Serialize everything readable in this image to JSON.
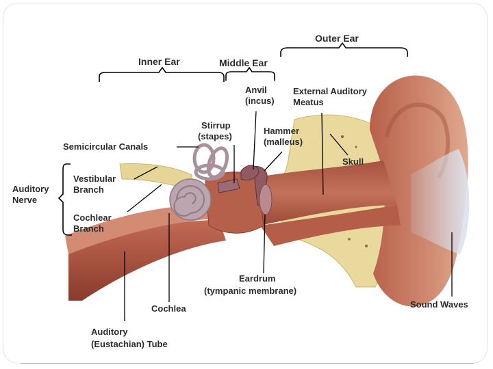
{
  "regions": {
    "outer_ear": "Outer Ear",
    "middle_ear": "Middle Ear",
    "inner_ear": "Inner Ear"
  },
  "labels": {
    "anvil": [
      "Anvil",
      "(incus)"
    ],
    "external_auditory_meatus": [
      "External Auditory",
      "Meatus"
    ],
    "stirrup": [
      "Stirrup",
      "(stapes)"
    ],
    "hammer": [
      "Hammer",
      "(malleus)"
    ],
    "semicircular_canals": [
      "Semicircular Canals"
    ],
    "skull": [
      "Skull"
    ],
    "auditory_nerve": [
      "Auditory",
      "Nerve"
    ],
    "vestibular_branch": [
      "Vestibular",
      "Branch"
    ],
    "cochlear_branch": [
      "Cochlear",
      "Branch"
    ],
    "eardrum": [
      "Eardrum",
      "(tympanic membrane)"
    ],
    "cochlea": [
      "Cochlea"
    ],
    "sound_waves": [
      "Sound Waves"
    ],
    "auditory_tube": [
      "Auditory",
      "(Eustachian) Tube"
    ]
  },
  "colors": {
    "ear_skin": "#c97a62",
    "ear_shadow": "#9e4f3c",
    "bone": "#e8d79a",
    "muscle": "#b5503e",
    "cochlea": "#b9a3ad",
    "ossicles": "#8f5a62",
    "sound_waves": "#d2d7e6"
  }
}
